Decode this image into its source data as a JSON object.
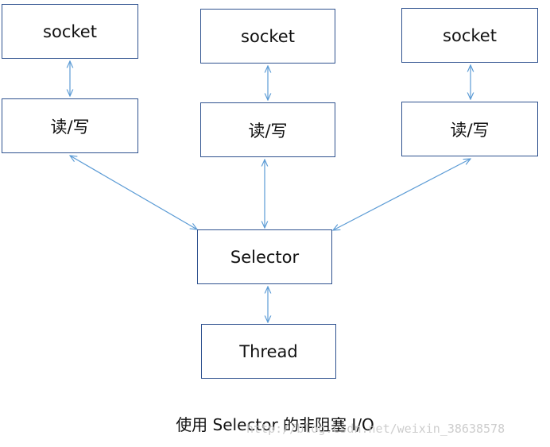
{
  "nodes": {
    "socket_1": "socket",
    "socket_2": "socket",
    "socket_3": "socket",
    "rw_1": "读/写",
    "rw_2": "读/写",
    "rw_3": "读/写",
    "selector": "Selector",
    "thread": "Thread"
  },
  "caption": "使用 Selector 的非阻塞 I/O",
  "watermark": "http://blog.csdn.net/weixin_38638578",
  "colors": {
    "box_border": "#2f528f",
    "arrow": "#5b9bd5",
    "text": "#111111",
    "watermark": "#c8c8c8"
  }
}
